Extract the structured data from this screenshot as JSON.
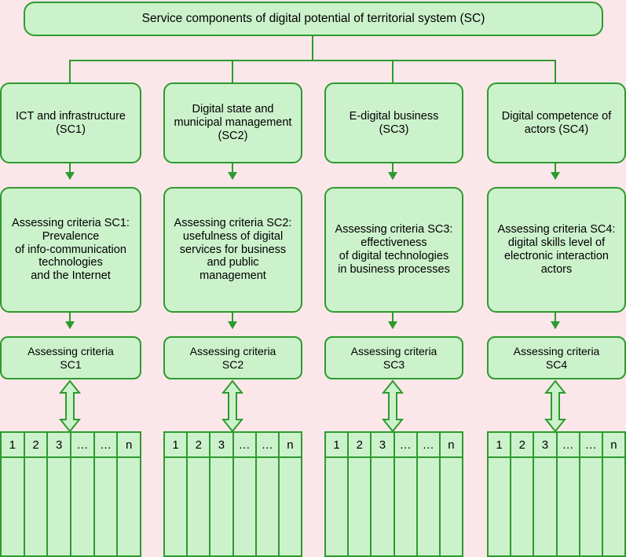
{
  "diagram": {
    "title": "Service components of digital potential of territorial system (SC)",
    "background_color": "#fbe7e9",
    "node_fill_color": "#ccf2cc",
    "node_border_color": "#2e9a2e",
    "components": [
      {
        "id": "SC1",
        "component_label": "ICT and infrastructure\n(SC1)",
        "criteria_description": "Assessing criteria SC1:\nPrevalence\nof info-communication\ntechnologies\nand the Internet",
        "criteria_short": "Assessing criteria\nSC1",
        "criteria_columns": [
          "1",
          "2",
          "3",
          "…",
          "…",
          "n"
        ]
      },
      {
        "id": "SC2",
        "component_label": "Digital state and\nmunicipal management\n(SC2)",
        "criteria_description": "Assessing criteria SC2:\nusefulness of digital\nservices for business\nand public\nmanagement",
        "criteria_short": "Assessing criteria\nSC2",
        "criteria_columns": [
          "1",
          "2",
          "3",
          "…",
          "…",
          "n"
        ]
      },
      {
        "id": "SC3",
        "component_label": "E-digital business\n(SC3)",
        "criteria_description": "Assessing criteria SC3:\neffectiveness\nof digital technologies\nin business processes",
        "criteria_short": "Assessing criteria\nSC3",
        "criteria_columns": [
          "1",
          "2",
          "3",
          "…",
          "…",
          "n"
        ]
      },
      {
        "id": "SC4",
        "component_label": "Digital competence of\nactors (SC4)",
        "criteria_description": "Assessing criteria SC4:\ndigital skills level of\nelectronic interaction\nactors",
        "criteria_short": "Assessing criteria\nSC4",
        "criteria_columns": [
          "1",
          "2",
          "3",
          "…",
          "…",
          "n"
        ]
      }
    ],
    "connectors": {
      "root_to_bus": "vertical-line",
      "bus_to_components": "horizontal-bus",
      "component_to_description": "arrow-down",
      "description_to_short": "arrow-down",
      "short_to_table": "double-headed-arrow"
    }
  }
}
